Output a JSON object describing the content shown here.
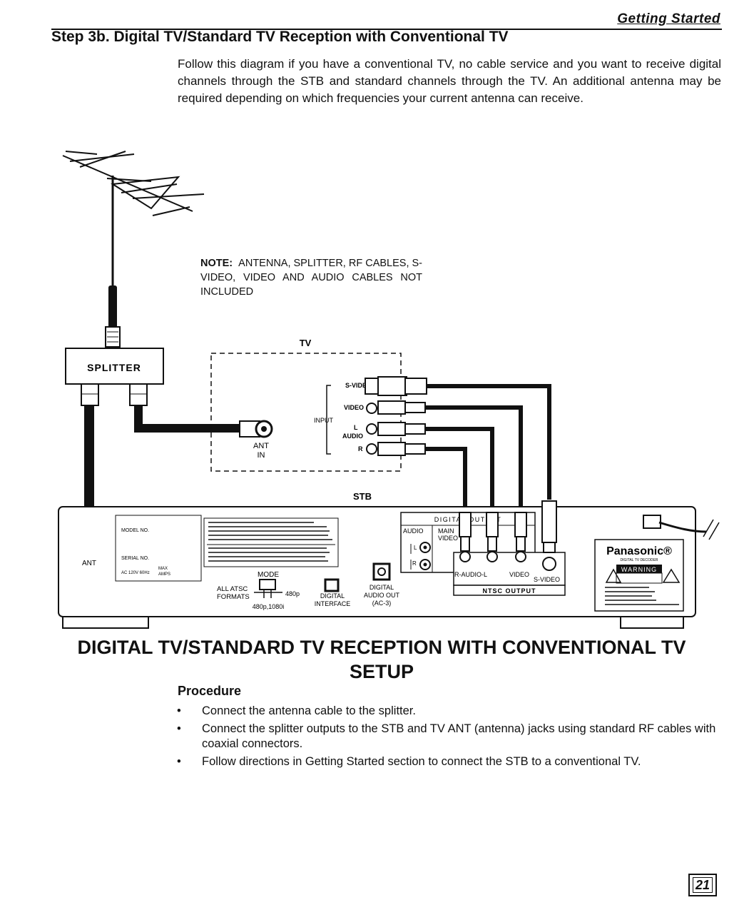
{
  "header": {
    "section": "Getting Started"
  },
  "step": {
    "title": "Step 3b. Digital TV/Standard TV Reception with Conventional TV",
    "intro": "Follow this diagram if you have a conventional TV, no cable service and you want to receive digital channels through the STB and standard channels through the TV.  An additional antenna may be required depending on which frequencies your current antenna can receive."
  },
  "note": {
    "label": "NOTE:",
    "text": "ANTENNA, SPLITTER, RF CABLES, S-VIDEO, VIDEO AND AUDIO CABLES NOT INCLUDED"
  },
  "diagram": {
    "splitter": "SPLITTER",
    "tv": "TV",
    "tv_input": "INPUT",
    "tv_svideo": "S-VIDEO",
    "tv_video": "VIDEO",
    "tv_audio": "AUDIO",
    "tv_l": "L",
    "tv_r": "R",
    "tv_ant": "ANT",
    "tv_in": "IN",
    "stb": "STB",
    "stb_ant": "ANT",
    "model_no": "MODEL NO.",
    "serial_no": "SERIAL NO.",
    "power": "AC 120V 60Hz",
    "max": "MAX",
    "amps": "AMPS",
    "mode": "MODE",
    "all_atsc": "ALL ATSC",
    "formats": "FORMATS",
    "res_480p": "480p",
    "res_480p_1080i": "480p,1080i",
    "digital_interface_1": "DIGITAL",
    "digital_interface_2": "INTERFACE",
    "digital_audio_1": "DIGITAL",
    "digital_audio_2": "AUDIO OUT",
    "digital_audio_3": "(AC-3)",
    "digital_out": "DIGITAL OUTPUT",
    "audio": "AUDIO",
    "main": "MAIN",
    "video": "VIDEO",
    "stb_l": "L",
    "stb_r": "R",
    "r_audio_l": "R-AUDIO-L",
    "ntsc_video": "VIDEO",
    "ntsc_svideo": "S-VIDEO",
    "ntsc_output": "NTSC OUTPUT",
    "brand": "Panasonic®",
    "brand_sub": "DIGITAL TV DECODER",
    "warning": "WARNING"
  },
  "setup": {
    "title_line1": "DIGITAL TV/STANDARD TV RECEPTION WITH CONVENTIONAL TV",
    "title_line2": "SETUP",
    "procedure_label": "Procedure",
    "steps": [
      "Connect the antenna cable to the splitter.",
      "Connect the splitter outputs to the STB and TV ANT (antenna) jacks using standard RF cables with coaxial connectors.",
      "Follow directions in Getting Started section to connect the STB to a conventional TV."
    ]
  },
  "page_number": "21"
}
